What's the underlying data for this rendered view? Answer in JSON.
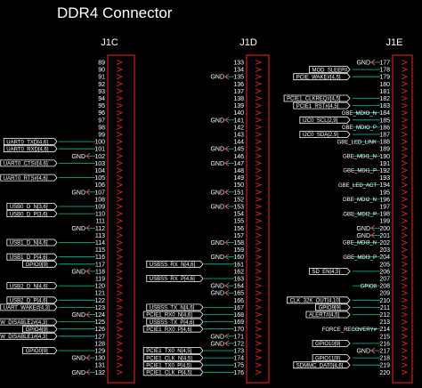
{
  "sheet_title": "DDR4 Connector",
  "colors": {
    "background": "#000000",
    "text": "#ffffff",
    "outline": "#ff2020",
    "wire": "#00c4a8",
    "gnd": "#ff5050"
  },
  "connectors": [
    {
      "name": "J1C",
      "pins": [
        {
          "num": "89"
        },
        {
          "num": "90"
        },
        {
          "num": "91"
        },
        {
          "num": "92"
        },
        {
          "num": "93"
        },
        {
          "num": "94"
        },
        {
          "num": "95"
        },
        {
          "num": "96"
        },
        {
          "num": "97"
        },
        {
          "num": "98"
        },
        {
          "num": "99"
        },
        {
          "num": "100",
          "net": "UART0_TXD[4,6]",
          "port": true
        },
        {
          "num": "101",
          "net": "UART0_RXD[4,6]",
          "port": true
        },
        {
          "num": "102",
          "gnd": true
        },
        {
          "num": "103",
          "net": "UART0_CTS#[4,6]",
          "port": true
        },
        {
          "num": "104"
        },
        {
          "num": "105",
          "net": "UART0_RTS#[4,6]",
          "port": true
        },
        {
          "num": "106"
        },
        {
          "num": "107",
          "gnd": true
        },
        {
          "num": "108"
        },
        {
          "num": "109",
          "net": "USB0_D_N[3,6]",
          "port": true
        },
        {
          "num": "110",
          "net": "USB0_D_P[3,6]",
          "port": true
        },
        {
          "num": "111"
        },
        {
          "num": "112",
          "gnd": true
        },
        {
          "num": "113"
        },
        {
          "num": "114",
          "net": "USB1_D_N[4,6]",
          "port": true
        },
        {
          "num": "115"
        },
        {
          "num": "116",
          "net": "USB1_D_P[4,6]",
          "port": true
        },
        {
          "num": "117",
          "net": "GPIO0[9]",
          "port": true
        },
        {
          "num": "118",
          "gnd": true
        },
        {
          "num": "119"
        },
        {
          "num": "120",
          "net": "USB2_D_N[4,6]",
          "port": true
        },
        {
          "num": "121"
        },
        {
          "num": "122",
          "net": "USB2_D_P[4,6]",
          "port": true
        },
        {
          "num": "123",
          "net": "UART_WAKE#[4,3]",
          "port": true
        },
        {
          "num": "124",
          "gnd": true
        },
        {
          "num": "125",
          "net": "W_DISABLE2#[4,3]",
          "port": true
        },
        {
          "num": "126",
          "net": "GPIO4[9]",
          "port": true
        },
        {
          "num": "127",
          "net": "W_DISABLE1#[4,3]",
          "port": true
        },
        {
          "num": "128"
        },
        {
          "num": "129",
          "net": "GPIO0[9]",
          "port": true
        },
        {
          "num": "130",
          "gnd": true
        },
        {
          "num": "131"
        },
        {
          "num": "132",
          "gnd": true
        }
      ]
    },
    {
      "name": "J1D",
      "pins": [
        {
          "num": "133"
        },
        {
          "num": "134"
        },
        {
          "num": "135",
          "gnd": true
        },
        {
          "num": "136"
        },
        {
          "num": "137"
        },
        {
          "num": "138"
        },
        {
          "num": "139"
        },
        {
          "num": "140"
        },
        {
          "num": "141",
          "gnd": true
        },
        {
          "num": "142"
        },
        {
          "num": "143"
        },
        {
          "num": "144"
        },
        {
          "num": "145",
          "gnd": true
        },
        {
          "num": "146"
        },
        {
          "num": "147",
          "gnd": true
        },
        {
          "num": "148"
        },
        {
          "num": "149"
        },
        {
          "num": "150"
        },
        {
          "num": "151",
          "gnd": true
        },
        {
          "num": "152"
        },
        {
          "num": "153",
          "gnd": true
        },
        {
          "num": "154"
        },
        {
          "num": "155"
        },
        {
          "num": "156"
        },
        {
          "num": "157"
        },
        {
          "num": "158",
          "gnd": true
        },
        {
          "num": "159"
        },
        {
          "num": "160",
          "gnd": true
        },
        {
          "num": "161",
          "net": "USBSS_RX_N[4,6]",
          "port": true
        },
        {
          "num": "162"
        },
        {
          "num": "163",
          "net": "USBSS_RX_P[4,6]",
          "port": true
        },
        {
          "num": "164",
          "gnd": true
        },
        {
          "num": "165",
          "gnd": true
        },
        {
          "num": "166"
        },
        {
          "num": "167",
          "net": "USBSS_TX_N[4,6]",
          "port": true
        },
        {
          "num": "168",
          "net": "PCIE1_RX0_N[4,6]",
          "port": true
        },
        {
          "num": "169",
          "net": "USBSS_TX_P[4,6]",
          "port": true
        },
        {
          "num": "170",
          "net": "PCIE1_RX0_P[4,6]",
          "port": true
        },
        {
          "num": "171",
          "gnd": true
        },
        {
          "num": "172",
          "gnd": true
        },
        {
          "num": "173",
          "net": "PCIE1_TX0_N[4,5]",
          "port": true
        },
        {
          "num": "174",
          "net": "PCIE1_CLK_N[4,5]",
          "port": true
        },
        {
          "num": "175",
          "net": "PCIE1_TX0_P[4,5]",
          "port": true
        },
        {
          "num": "176",
          "net": "PCIE1_CLK_P[4,5]",
          "port": true
        }
      ]
    },
    {
      "name": "J1E",
      "pins": [
        {
          "num": "177",
          "gnd": true
        },
        {
          "num": "178",
          "net": "MOD_SLEEP#",
          "port": true
        },
        {
          "num": "179",
          "net": "PCIE_WAKE#[4,5]",
          "port": true
        },
        {
          "num": "180"
        },
        {
          "num": "181"
        },
        {
          "num": "182",
          "net": "PCIE1_CLKREQ#[4,5]",
          "port": true
        },
        {
          "num": "183",
          "net": "PCIE1_RST#[4,5]",
          "port": true
        },
        {
          "num": "184",
          "net": "GBE_MDIO_N"
        },
        {
          "num": "185",
          "net": "I2C0_SCL[2,9]",
          "port": true
        },
        {
          "num": "186",
          "net": "GBE_MDIO_P"
        },
        {
          "num": "187",
          "net": "I2C0_SDA[2,9]",
          "port": true
        },
        {
          "num": "188",
          "net": "GBE_LED_LINK"
        },
        {
          "num": "189"
        },
        {
          "num": "190",
          "net": "GBE_MDI1_N"
        },
        {
          "num": "191"
        },
        {
          "num": "192",
          "net": "GBE_MDI1_P"
        },
        {
          "num": "193"
        },
        {
          "num": "194",
          "net": "GBE_LED_ACT"
        },
        {
          "num": "195"
        },
        {
          "num": "196",
          "net": "GBE_MDI2_N"
        },
        {
          "num": "197"
        },
        {
          "num": "198",
          "net": "GBE_MDI2_P"
        },
        {
          "num": "199"
        },
        {
          "num": "200",
          "gnd": true
        },
        {
          "num": "201",
          "gnd": true
        },
        {
          "num": "202",
          "net": "GBE_MDI3_N"
        },
        {
          "num": "203"
        },
        {
          "num": "204",
          "net": "GBE_MDI3_P"
        },
        {
          "num": "205"
        },
        {
          "num": "206",
          "net": "SD_EN[4,5]",
          "port": true
        },
        {
          "num": "207"
        },
        {
          "num": "208",
          "net": "GPIO8"
        },
        {
          "num": "209"
        },
        {
          "num": "210",
          "net": "CLK_32K_OUT[4,10]",
          "port": true
        },
        {
          "num": "211",
          "net": "GPIO9[9]",
          "port": true
        },
        {
          "num": "212",
          "net": "ALERT#[4,5]",
          "port": true
        },
        {
          "num": "213"
        },
        {
          "num": "214",
          "net": "FORCE_RECOVERY#"
        },
        {
          "num": "215"
        },
        {
          "num": "216",
          "net": "GPIO10[9]",
          "port": true
        },
        {
          "num": "217",
          "gnd": true
        },
        {
          "num": "218",
          "net": "GPIO11[9]",
          "port": true
        },
        {
          "num": "219",
          "net": "SDMMC_DAT0[4,6]",
          "port": true
        },
        {
          "num": "220"
        }
      ]
    }
  ],
  "labels": {
    "gnd": "GND"
  }
}
